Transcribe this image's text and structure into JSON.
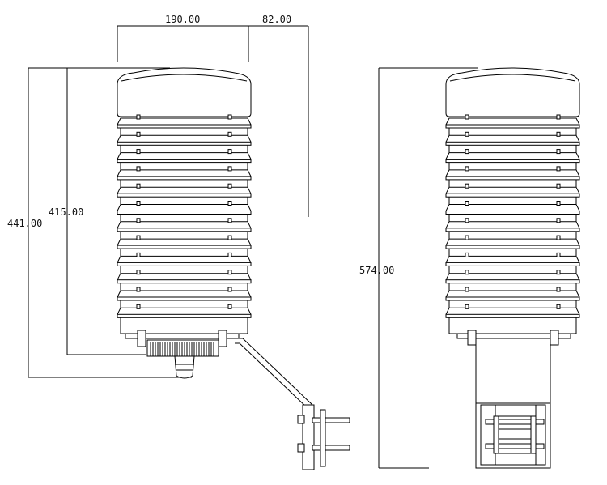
{
  "dimensions": {
    "width_top": "190.00",
    "offset_top": "82.00",
    "height_outer": "441.00",
    "height_inner": "415.00",
    "height_total": "574.00"
  },
  "structure": {
    "louver_count": 12
  }
}
